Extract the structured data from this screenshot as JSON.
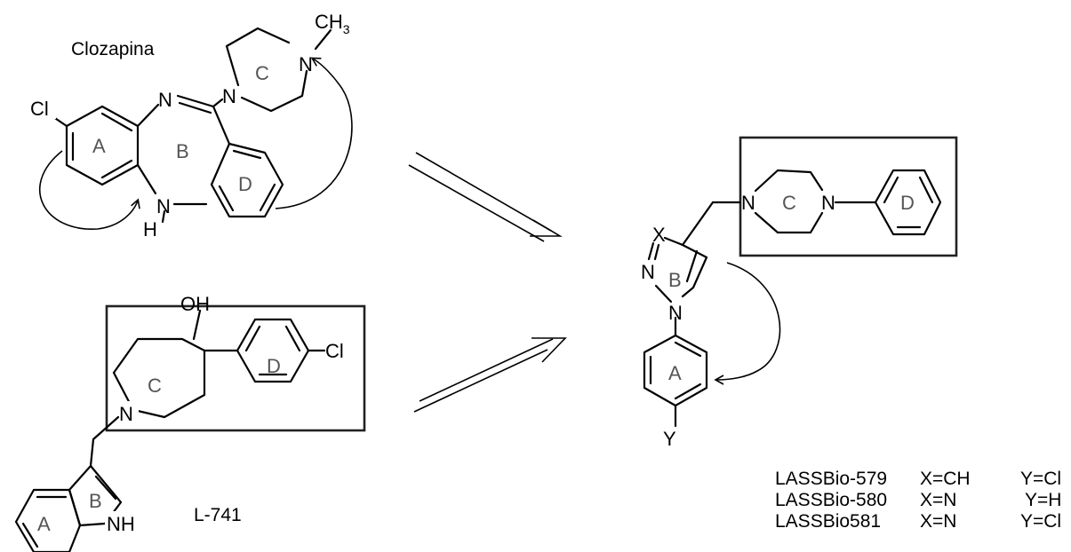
{
  "clozapine": {
    "name": "Clozapina",
    "atoms": {
      "cl": "Cl",
      "n_imine": "N",
      "n_amine": "N",
      "h": "H",
      "n_pip1": "N",
      "n_pip2": "N",
      "ch": "CH",
      "ch_sub": "3"
    },
    "rings": {
      "a": "A",
      "b": "B",
      "c": "C",
      "d": "D"
    }
  },
  "l741": {
    "name": "L-741",
    "atoms": {
      "oh": "OH",
      "cl": "Cl",
      "n_pip": "N",
      "nh": "NH"
    },
    "rings": {
      "a": "A",
      "b": "B",
      "c": "C",
      "d": "D"
    }
  },
  "lassbio": {
    "atoms": {
      "x": "X",
      "n1": "N",
      "n2": "N",
      "n_pip1": "N",
      "n_pip2": "N",
      "y": "Y"
    },
    "rings": {
      "a": "A",
      "b": "B",
      "c": "C",
      "d": "D"
    },
    "compounds": [
      {
        "name": "LASSBio-579",
        "x": "X=CH",
        "y": "Y=Cl"
      },
      {
        "name": "LASSBio-580",
        "x": "X=N",
        "y": "Y=H"
      },
      {
        "name": "LASSBio581",
        "x": "X=N",
        "y": "Y=Cl"
      }
    ]
  }
}
